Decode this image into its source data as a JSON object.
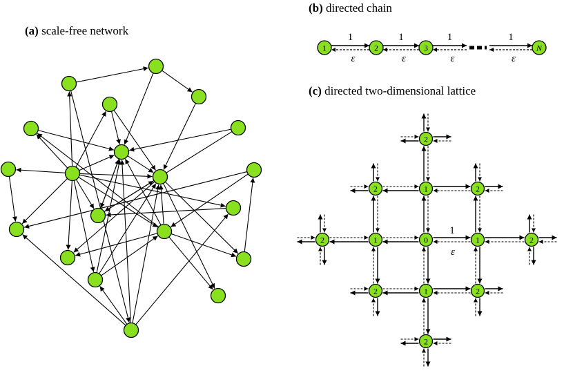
{
  "panels": {
    "a": {
      "letter": "(a)",
      "title": "scale-free network"
    },
    "b": {
      "letter": "(b)",
      "title": "directed chain"
    },
    "c": {
      "letter": "(c)",
      "title": "directed two-dimensional lattice"
    }
  },
  "chain": {
    "node_labels": [
      "1",
      "2",
      "3",
      "N"
    ],
    "forward_rate": "1",
    "backward_rate": "ε"
  },
  "lattice": {
    "center_label": "0",
    "shell1_label": "1",
    "shell2_label": "2",
    "forward_rate": "1",
    "backward_rate": "ε"
  },
  "colors": {
    "node_fill": "#88e01e",
    "stroke": "#000000"
  }
}
